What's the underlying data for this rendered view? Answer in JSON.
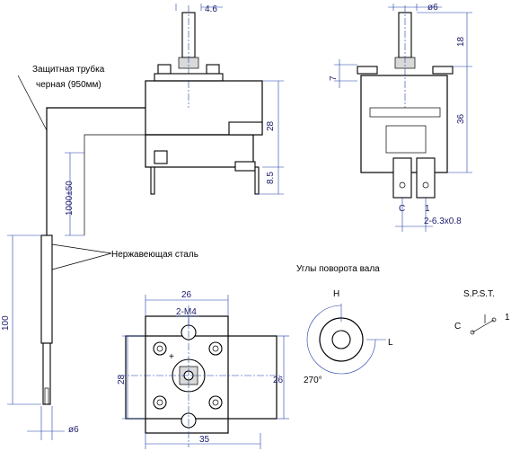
{
  "labels": {
    "tube": "Защитная трубка",
    "tube_color": "черная (950мм)",
    "stainless": "Нержавеющая сталь",
    "rotation_title": "Углы поворота вала",
    "spst": "S.P.S.T.",
    "h": "H",
    "l": "L",
    "c_terminal": "C",
    "one_terminal": "1",
    "angle": "270°",
    "thread": "2-M4",
    "terminals": "2-6.3x0.8",
    "plus": "+"
  },
  "dims": {
    "shaft": "4.6",
    "shaft_dia": "ø6",
    "d18": "18",
    "d7": "7",
    "d36": "36",
    "d28": "28",
    "d85": "8.5",
    "cap_len": "1000±50",
    "probe_len": "100",
    "probe_dia": "ø6",
    "w26": "26",
    "h28": "28",
    "h26": "26",
    "w35": "35"
  }
}
